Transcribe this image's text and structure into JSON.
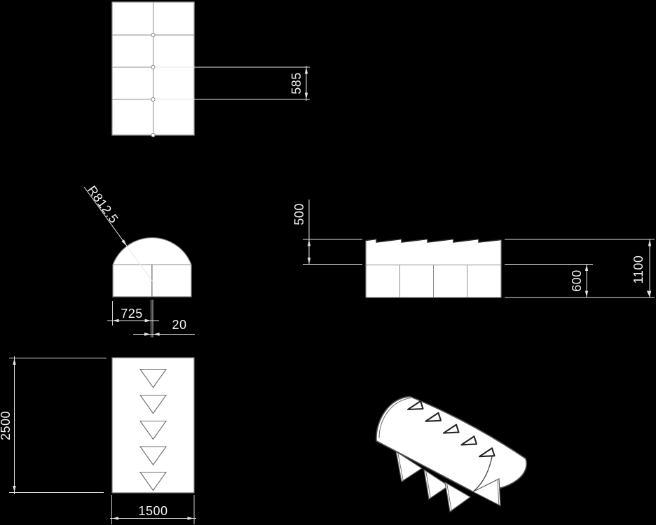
{
  "drawing": {
    "type": "cad-multiview-technical-drawing",
    "background_color": "#000000",
    "shape_fill_color": "#ffffff",
    "outline_color": "#7a7a7a",
    "dimension_color": "#e6e6e6",
    "dimensions": {
      "panel_row_depth": "585",
      "roof_radius": "R812.5",
      "roof_height": "500",
      "rib_height": "600",
      "total_height": "1100",
      "half_width": "725",
      "rib_thickness": "20",
      "length": "2500",
      "width": "1500"
    }
  }
}
